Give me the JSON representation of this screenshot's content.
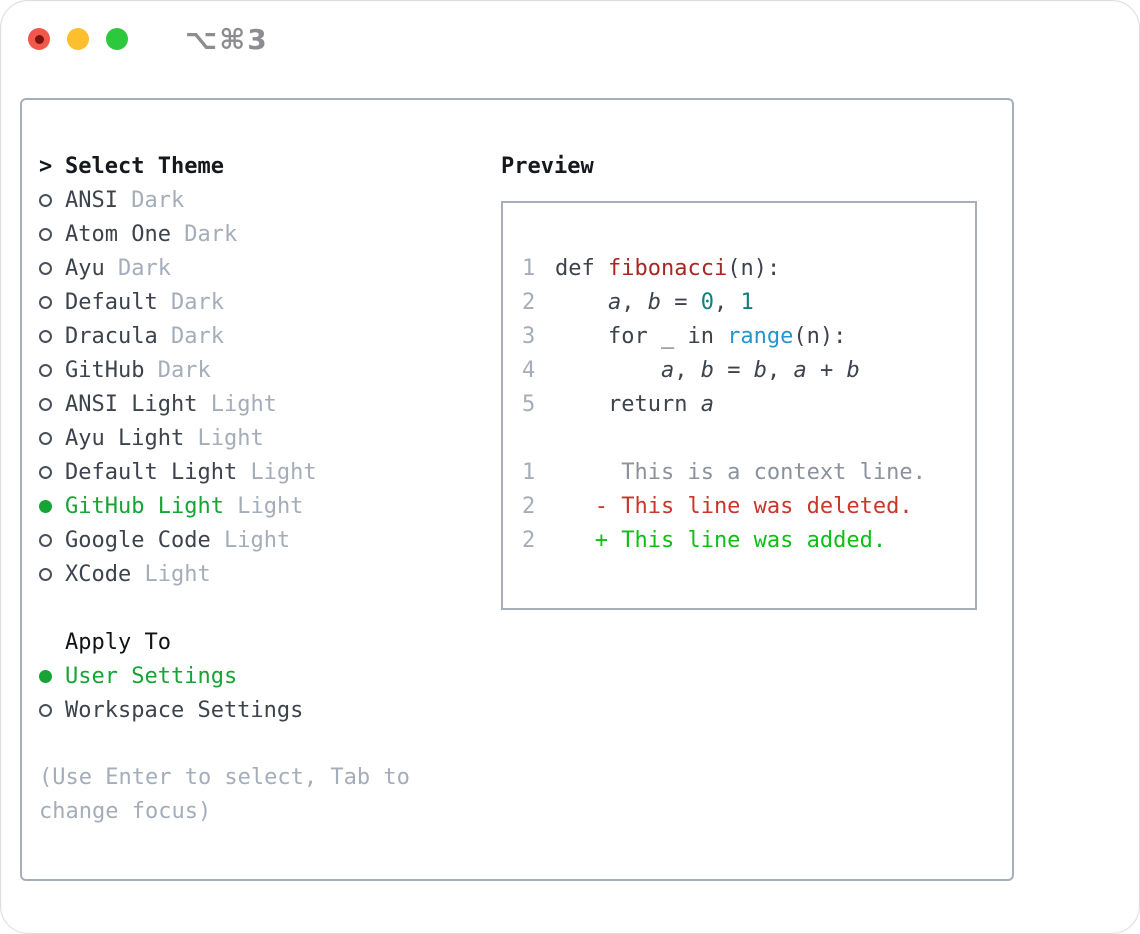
{
  "window": {
    "title": "⌥⌘3"
  },
  "theme_picker": {
    "marker": ">",
    "header": "Select Theme",
    "items": [
      {
        "name": "ANSI",
        "variant": "Dark",
        "selected": false
      },
      {
        "name": "Atom One",
        "variant": "Dark",
        "selected": false
      },
      {
        "name": "Ayu",
        "variant": "Dark",
        "selected": false
      },
      {
        "name": "Default",
        "variant": "Dark",
        "selected": false
      },
      {
        "name": "Dracula",
        "variant": "Dark",
        "selected": false
      },
      {
        "name": "GitHub",
        "variant": "Dark",
        "selected": false
      },
      {
        "name": "ANSI Light",
        "variant": "Light",
        "selected": false
      },
      {
        "name": "Ayu Light",
        "variant": "Light",
        "selected": false
      },
      {
        "name": "Default Light",
        "variant": "Light",
        "selected": false
      },
      {
        "name": "GitHub Light",
        "variant": "Light",
        "selected": true
      },
      {
        "name": "Google Code",
        "variant": "Light",
        "selected": false
      },
      {
        "name": "XCode",
        "variant": "Light",
        "selected": false
      }
    ]
  },
  "apply_to": {
    "header": "Apply To",
    "options": [
      {
        "label": "User Settings",
        "selected": true
      },
      {
        "label": "Workspace Settings",
        "selected": false
      }
    ]
  },
  "help": {
    "text": "(Use Enter to select, Tab to change focus)"
  },
  "preview": {
    "header": "Preview",
    "code_lines": [
      {
        "num": "1",
        "segments": [
          {
            "t": "def ",
            "c": "code"
          },
          {
            "t": "fibonacci",
            "c": "func"
          },
          {
            "t": "(n):",
            "c": "code"
          }
        ]
      },
      {
        "num": "2",
        "segments": [
          {
            "t": "    ",
            "c": "code"
          },
          {
            "t": "a",
            "c": "var"
          },
          {
            "t": ", ",
            "c": "code"
          },
          {
            "t": "b",
            "c": "var"
          },
          {
            "t": " = ",
            "c": "code"
          },
          {
            "t": "0",
            "c": "num"
          },
          {
            "t": ", ",
            "c": "code"
          },
          {
            "t": "1",
            "c": "num"
          }
        ]
      },
      {
        "num": "3",
        "segments": [
          {
            "t": "    for _ in ",
            "c": "code"
          },
          {
            "t": "range",
            "c": "builtin"
          },
          {
            "t": "(n):",
            "c": "code"
          }
        ]
      },
      {
        "num": "4",
        "segments": [
          {
            "t": "        ",
            "c": "code"
          },
          {
            "t": "a",
            "c": "var"
          },
          {
            "t": ", ",
            "c": "code"
          },
          {
            "t": "b",
            "c": "var"
          },
          {
            "t": " = ",
            "c": "code"
          },
          {
            "t": "b",
            "c": "var"
          },
          {
            "t": ", ",
            "c": "code"
          },
          {
            "t": "a",
            "c": "var"
          },
          {
            "t": " + ",
            "c": "code"
          },
          {
            "t": "b",
            "c": "var"
          }
        ]
      },
      {
        "num": "5",
        "segments": [
          {
            "t": "    return ",
            "c": "code"
          },
          {
            "t": "a",
            "c": "var"
          }
        ]
      }
    ],
    "diff_lines": [
      {
        "num": "1",
        "segments": [
          {
            "t": "     This is a context line.",
            "c": "context"
          }
        ]
      },
      {
        "num": "2",
        "segments": [
          {
            "t": "   - This line was deleted.",
            "c": "deleted"
          }
        ]
      },
      {
        "num": "2",
        "segments": [
          {
            "t": "   + This line was added.",
            "c": "added"
          }
        ]
      }
    ]
  },
  "colors": {
    "selection_green": "#17a336",
    "added_green": "#0cc014",
    "deleted_red": "#c8372a",
    "function_red": "#a82723",
    "builtin_blue": "#2595cf",
    "number_teal": "#10817a",
    "muted_gray": "#a4adb9",
    "border_gray": "#a6aeb8"
  }
}
